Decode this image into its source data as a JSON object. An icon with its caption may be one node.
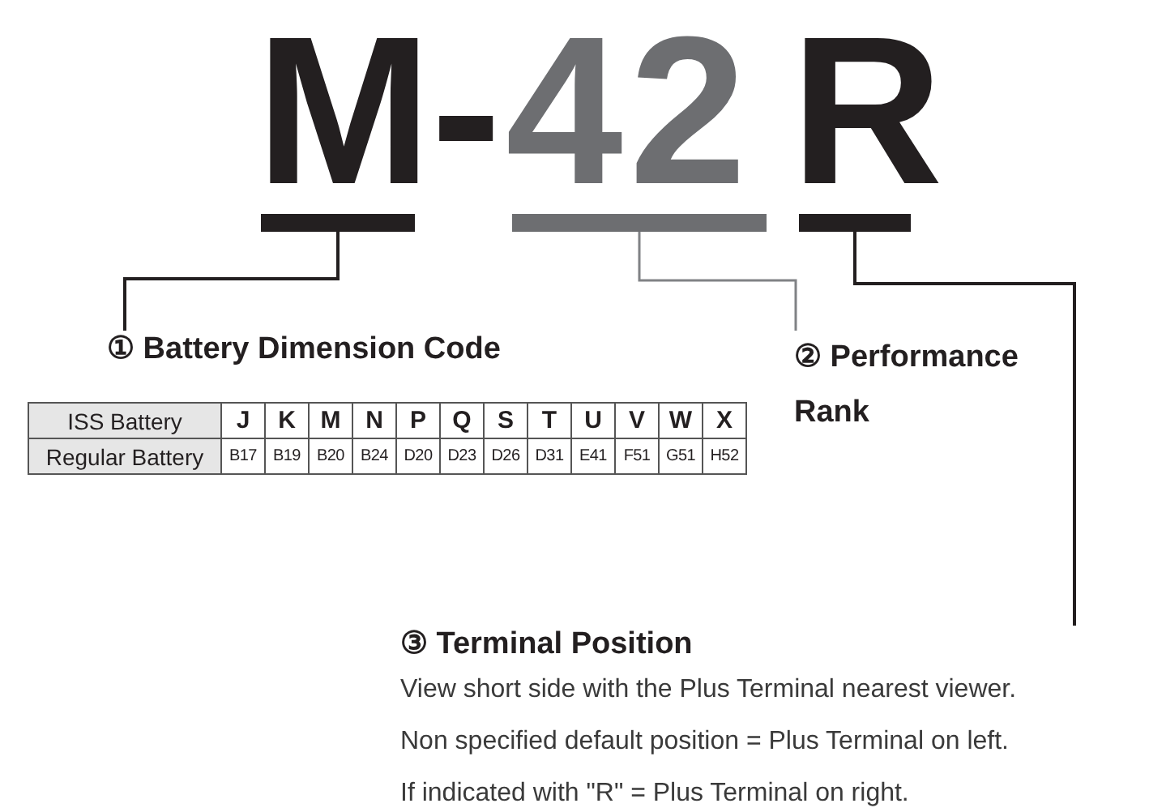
{
  "diagram": {
    "nodes": [
      {
        "text": [
          "M"
        ]
      },
      {
        "text": [
          "42"
        ]
      },
      {
        "text": [
          "R"
        ]
      },
      {
        "text": [
          "① Battery Dimension Code"
        ]
      },
      {
        "text": [
          "② Performance Rank"
        ]
      },
      {
        "text": [
          "③ Terminal Position",
          "View short side with the Plus Terminal nearest viewer.",
          "Non specified default position = Plus Terminal on left.",
          "If indicated with \"R\" = Plus Terminal on right."
        ]
      }
    ],
    "edges": [
      {
        "from": 0,
        "to": 3,
        "arrow": "none"
      },
      {
        "from": 1,
        "to": 4,
        "arrow": "none",
        "color": "#808285"
      },
      {
        "from": 2,
        "to": 5,
        "arrow": "none"
      }
    ],
    "labels": [
      "-",
      "ISS Battery",
      "J",
      "K",
      "M",
      "N",
      "P",
      "Q",
      "S",
      "T",
      "U",
      "V",
      "W",
      "X",
      "Regular Battery",
      "B17",
      "B19",
      "B20",
      "B24",
      "D20",
      "D23",
      "D26",
      "D31",
      "E41",
      "F51",
      "G51",
      "H52"
    ]
  }
}
